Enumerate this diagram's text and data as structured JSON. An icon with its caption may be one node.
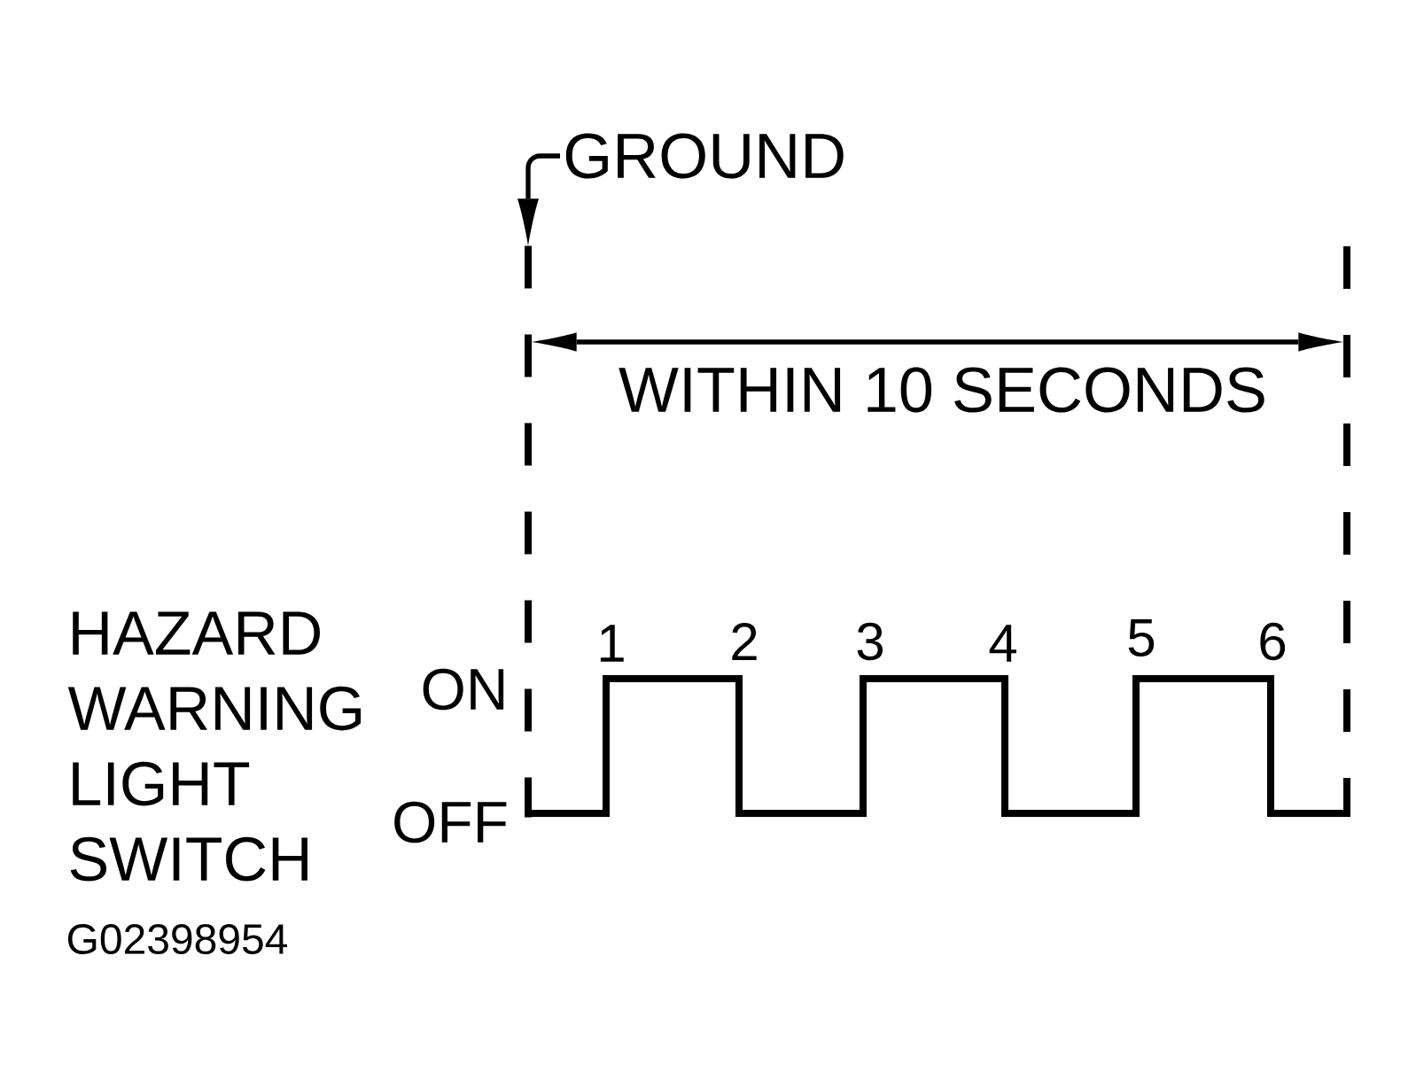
{
  "diagram": {
    "nodes": [
      {
        "text": [
          "GROUND"
        ]
      },
      {
        "text": [],
        "shape": "line"
      }
    ],
    "edges": [
      {
        "from": 0,
        "to": 1,
        "arrow": "to"
      }
    ],
    "labels": [
      "WITHIN 10 SECONDS",
      "HAZARD WARNING LIGHT SWITCH",
      "1",
      "2",
      "3",
      "4",
      "5",
      "6",
      "ON",
      "OFF",
      "G02398954"
    ]
  }
}
